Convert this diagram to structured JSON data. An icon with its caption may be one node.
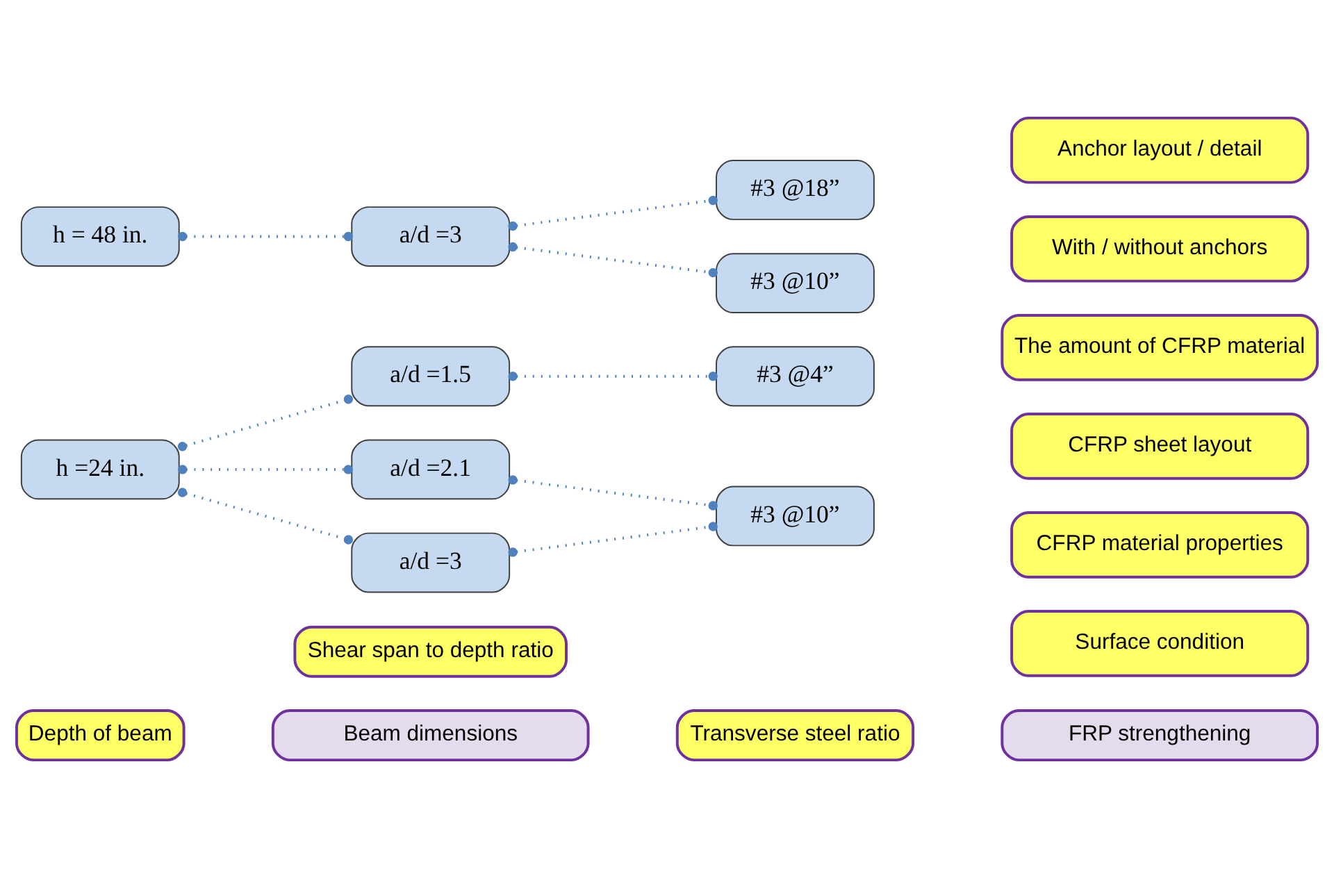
{
  "diagram": {
    "nodes": [
      {
        "text": [
          "Beam dimensions"
        ]
      },
      {
        "text": [
          "FRP strengthening"
        ]
      },
      {
        "text": [
          "Depth of beam"
        ]
      },
      {
        "text": [
          "Shear span to depth ratio"
        ]
      },
      {
        "text": [
          "Transverse steel ratio"
        ]
      },
      {
        "text": [
          "Surface condition"
        ]
      },
      {
        "text": [
          "h =24 in."
        ]
      },
      {
        "text": [
          "a/d =1.5"
        ]
      },
      {
        "text": [
          "#3 @4”"
        ]
      },
      {
        "text": [
          "CFRP material properties"
        ]
      },
      {
        "text": [
          "a/d =2.1"
        ]
      },
      {
        "text": [
          "#3 @10”"
        ]
      },
      {
        "text": [
          "CFRP sheet layout"
        ]
      },
      {
        "text": [
          "a/d =3"
        ]
      },
      {
        "text": [
          "The amount of CFRP material"
        ]
      },
      {
        "text": [
          "With / without anchors"
        ]
      },
      {
        "text": [
          "h = 48 in."
        ]
      },
      {
        "text": [
          "#3 @18”"
        ]
      },
      {
        "text": [
          "a/d =3"
        ]
      },
      {
        "text": [
          "#3 @10”"
        ]
      },
      {
        "text": [
          "Anchor layout / detail"
        ]
      }
    ],
    "edges": [
      {
        "from": 6,
        "to": 7,
        "arrow": "other"
      },
      {
        "from": 6,
        "to": 10,
        "arrow": "other"
      },
      {
        "from": 6,
        "to": 13,
        "arrow": "other"
      },
      {
        "from": 7,
        "to": 8,
        "arrow": "other"
      },
      {
        "from": 10,
        "to": 11,
        "arrow": "other"
      },
      {
        "from": 13,
        "to": 11,
        "arrow": "other"
      },
      {
        "from": 16,
        "to": 18,
        "arrow": "other"
      },
      {
        "from": 18,
        "to": 17,
        "arrow": "other"
      },
      {
        "from": 18,
        "to": 19,
        "arrow": "other"
      }
    ]
  }
}
